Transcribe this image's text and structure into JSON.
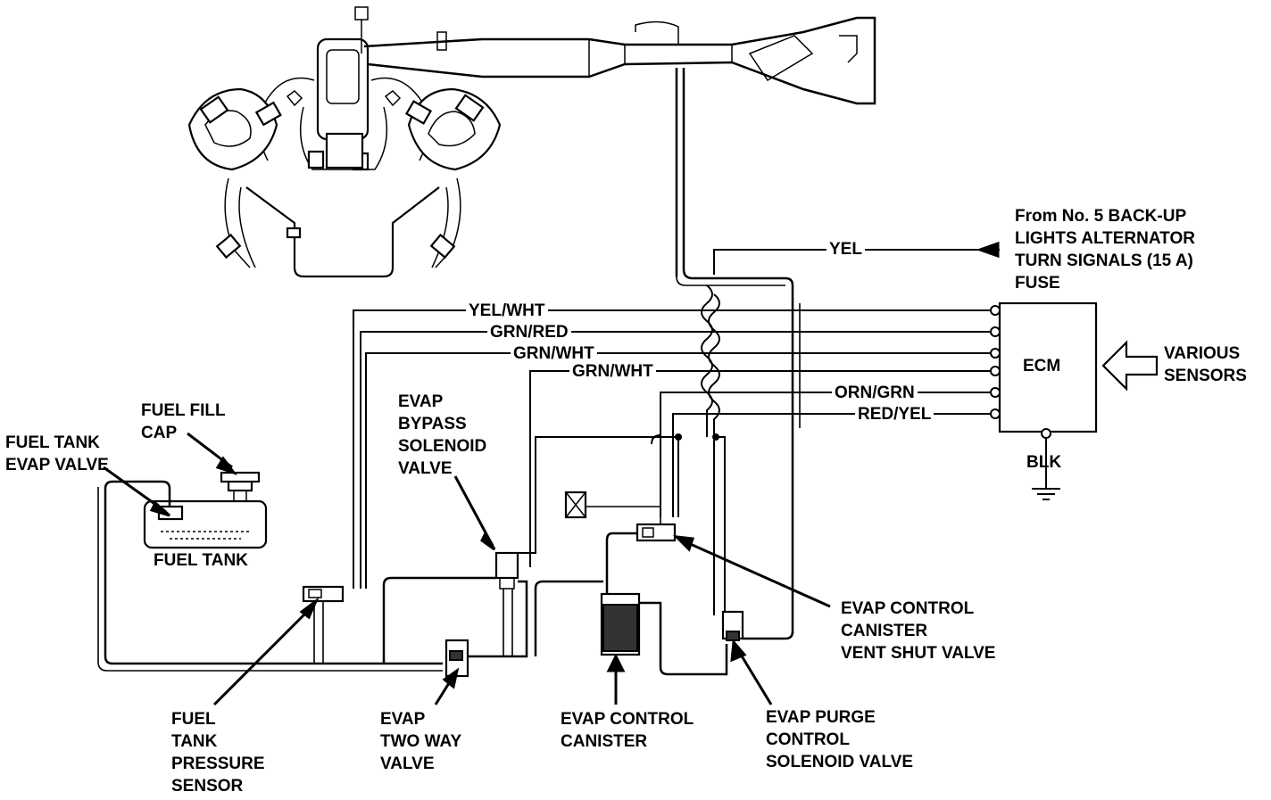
{
  "diagram": {
    "labels": {
      "fuse_source": [
        "From No. 5 BACK-UP",
        "LIGHTS ALTERNATOR",
        "TURN SIGNALS (15 A)",
        "FUSE"
      ],
      "ecm": "ECM",
      "various_sensors": [
        "VARIOUS",
        "SENSORS"
      ],
      "blk": "BLK",
      "fuel_fill_cap": [
        "FUEL FILL",
        "CAP"
      ],
      "fuel_tank_evap_valve": [
        "FUEL TANK",
        "EVAP VALVE"
      ],
      "fuel_tank": "FUEL TANK",
      "evap_bypass_solenoid_valve": [
        "EVAP",
        "BYPASS",
        "SOLENOID",
        "VALVE"
      ],
      "fuel_tank_pressure_sensor": [
        "FUEL",
        "TANK",
        "PRESSURE",
        "SENSOR"
      ],
      "evap_two_way_valve": [
        "EVAP",
        "TWO WAY",
        "VALVE"
      ],
      "evap_control_canister": [
        "EVAP CONTROL",
        "CANISTER"
      ],
      "evap_purge_control_solenoid_valve": [
        "EVAP PURGE",
        "CONTROL",
        "SOLENOID VALVE"
      ],
      "evap_control_canister_vent_shut_valve": [
        "EVAP CONTROL",
        "CANISTER",
        "VENT SHUT VALVE"
      ]
    },
    "wires": [
      "YEL",
      "YEL/WHT",
      "GRN/RED",
      "GRN/WHT",
      "GRN/WHT",
      "ORN/GRN",
      "RED/YEL"
    ]
  }
}
